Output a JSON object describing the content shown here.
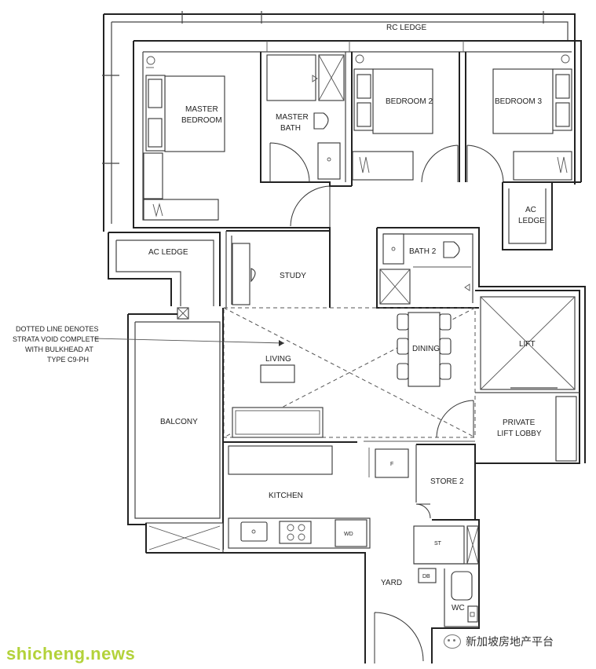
{
  "rooms": {
    "rc_ledge": "RC LEDGE",
    "master_bedroom": [
      "MASTER",
      "BEDROOM"
    ],
    "master_bath": [
      "MASTER",
      "BATH"
    ],
    "bedroom2": "BEDROOM 2",
    "bedroom3": "BEDROOM 3",
    "ac_ledge_right": [
      "AC",
      "LEDGE"
    ],
    "ac_ledge_left": "AC LEDGE",
    "bath2": "BATH 2",
    "study": "STUDY",
    "dining": "DINING",
    "lift": "LIFT",
    "living": "LIVING",
    "balcony": "BALCONY",
    "private_lift_lobby": [
      "PRIVATE",
      "LIFT LOBBY"
    ],
    "kitchen": "KITCHEN",
    "store2": "STORE 2",
    "yard": "YARD",
    "wc": "WC"
  },
  "fixtures": {
    "fridge": "F",
    "washer_dryer": "WD",
    "storage_tank": "ST",
    "db": "DB"
  },
  "note_lines": [
    "DOTTED LINE DENOTES",
    "STRATA VOID COMPLETE",
    "WITH BULKHEAD AT",
    "TYPE C9-PH"
  ],
  "watermark": "shicheng.news",
  "brand": "新加坡房地产平台",
  "icons": [
    "wechat-icon"
  ]
}
